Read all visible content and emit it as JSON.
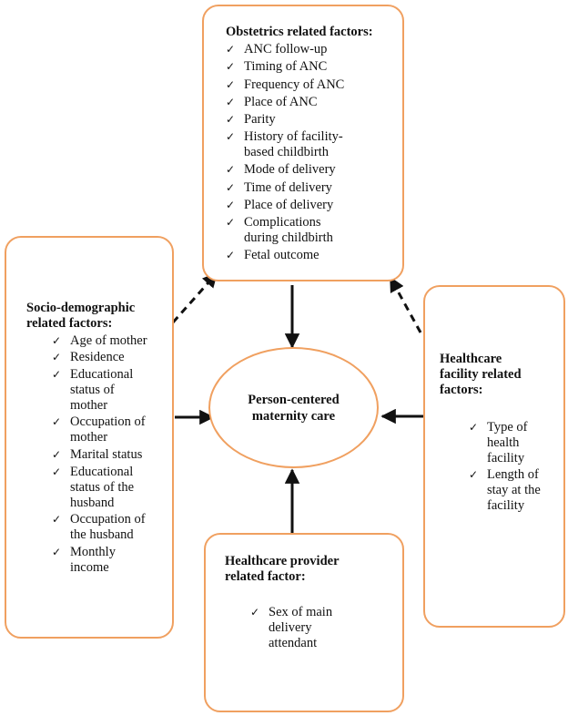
{
  "colors": {
    "box_border": "#f0a060",
    "arrow": "#111111"
  },
  "icons": {
    "bullet": "check-mark-icon",
    "connector": "arrow-icon"
  },
  "central": {
    "label_line1": "Person-centered",
    "label_line2": "maternity care"
  },
  "obstetrics": {
    "title": "Obstetrics related factors:",
    "items": [
      {
        "line1": "ANC follow-up"
      },
      {
        "line1": "Timing of ANC"
      },
      {
        "line1": "Frequency of ANC"
      },
      {
        "line1": "Place of ANC"
      },
      {
        "line1": "Parity"
      },
      {
        "line1": "History of facility-",
        "line2": "based childbirth"
      },
      {
        "line1": "Mode of delivery"
      },
      {
        "line1": "Time of delivery"
      },
      {
        "line1": "Place of delivery"
      },
      {
        "line1": "Complications",
        "line2": "during childbirth"
      },
      {
        "line1": "Fetal outcome"
      }
    ]
  },
  "socio": {
    "title_line1": "Socio-demographic",
    "title_line2": "related factors:",
    "items": [
      {
        "line1": "Age of mother"
      },
      {
        "line1": "Residence"
      },
      {
        "line1": "Educational",
        "line2": "status of",
        "line3": "mother"
      },
      {
        "line1": "Occupation of",
        "line2": "mother"
      },
      {
        "line1": "Marital status"
      },
      {
        "line1": "Educational",
        "line2": "status of the",
        "line3": "husband"
      },
      {
        "line1": "Occupation of",
        "line2": "the husband"
      },
      {
        "line1": "Monthly",
        "line2": "income"
      }
    ]
  },
  "facility": {
    "title_line1": "Healthcare",
    "title_line2": "facility related",
    "title_line3": "factors:",
    "items": [
      {
        "line1": "Type of",
        "line2": "health",
        "line3": "facility"
      },
      {
        "line1": "Length of",
        "line2": "stay at the",
        "line3": "facility"
      }
    ]
  },
  "provider": {
    "title_line1": "Healthcare provider",
    "title_line2": "related factor:",
    "items": [
      {
        "line1": "Sex of main",
        "line2": "delivery",
        "line3": "attendant"
      }
    ]
  }
}
